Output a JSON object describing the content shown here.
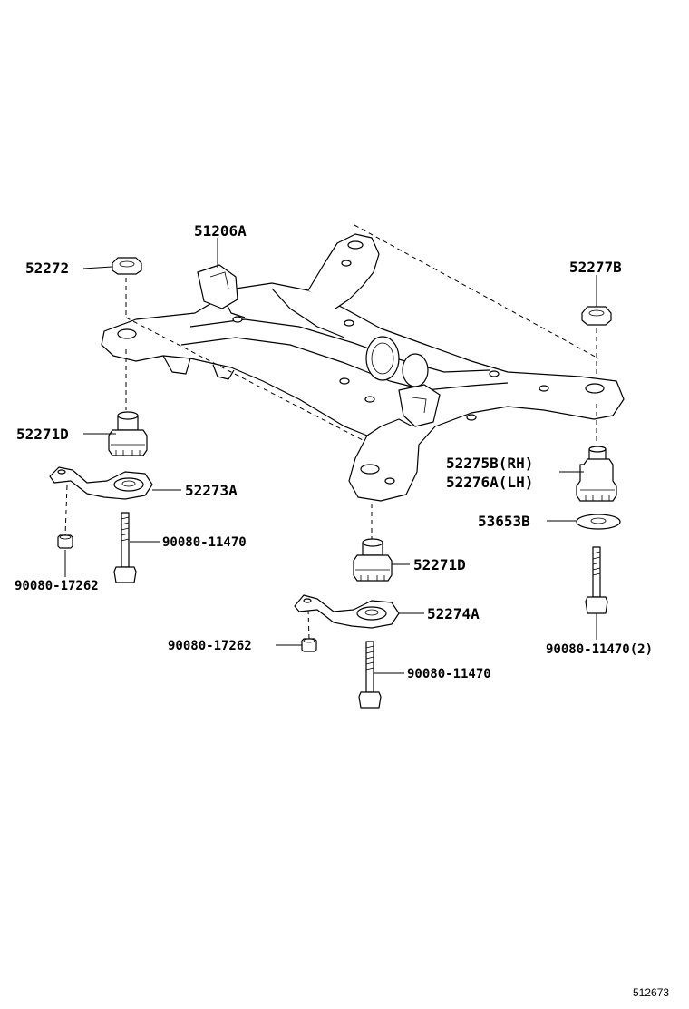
{
  "labels": {
    "subframe": "51206A",
    "stopper_rear_upper": "52272",
    "stopper_right_upper": "52277B",
    "cushion_left_upper": "52271D",
    "cushion_right_rh": "52275B(RH)",
    "cushion_right_lh": "52276A(LH)",
    "retainer_left": "52273A",
    "retainer_mid": "52274A",
    "washer_right": "53653B",
    "cushion_mid": "52271D",
    "nut_left": "90080-17262",
    "bolt_left": "90080-11470",
    "nut_mid": "90080-17262",
    "bolt_mid": "90080-11470",
    "bolt_right": "90080-11470(2)"
  },
  "figure_number": "512673"
}
